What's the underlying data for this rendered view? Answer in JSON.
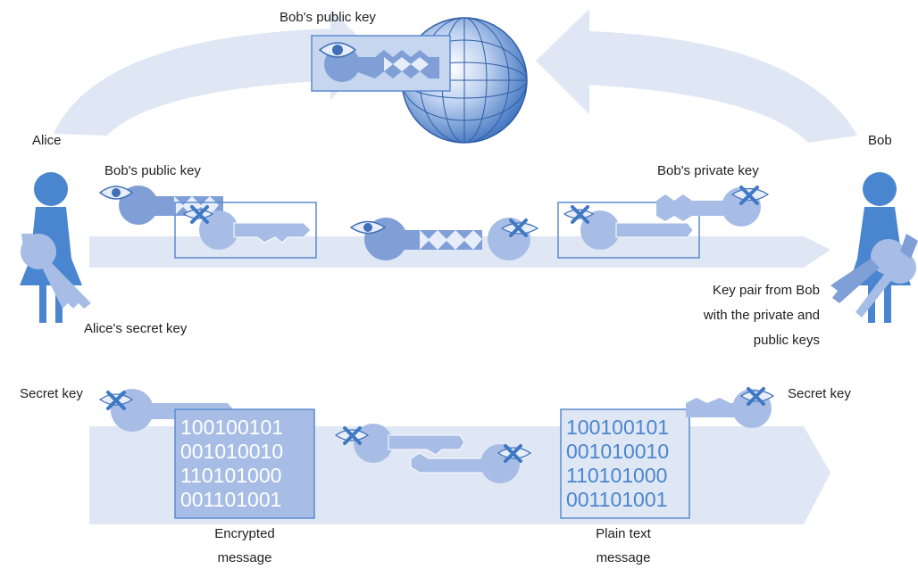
{
  "labels": {
    "top_public_key": "Bob's public key",
    "alice": "Alice",
    "bob": "Bob",
    "alice_bobs_public_key": "Bob's public key",
    "bobs_private_key": "Bob's private key",
    "alices_secret_key": "Alice's secret key",
    "key_pair_line1": "Key pair from Bob",
    "key_pair_line2": "with the private and",
    "key_pair_line3": "public keys",
    "secret_key_left": "Secret key",
    "secret_key_right": "Secret key",
    "encrypted_line1": "Encrypted",
    "encrypted_line2": "message",
    "plain_line1": "Plain text",
    "plain_line2": "message"
  },
  "encrypted_message": [
    "100100101",
    "001010010",
    "110101000",
    "001101001"
  ],
  "plain_message": [
    "100100101",
    "001010010",
    "110101000",
    "001101001"
  ],
  "colors": {
    "band": "#dfe6f4",
    "key_dark": "#7f9fd6",
    "key_light": "#a7bde6",
    "person": "#4a86cf",
    "box_stroke": "#5b8bd0",
    "cross": "#3f78c4",
    "globe_dark": "#3d72be",
    "plain_text": "#4a86cf",
    "encrypted_text": "#ffffff"
  },
  "icons": [
    "globe-icon",
    "person-icon",
    "key-icon",
    "eye-icon",
    "cross-icon"
  ]
}
